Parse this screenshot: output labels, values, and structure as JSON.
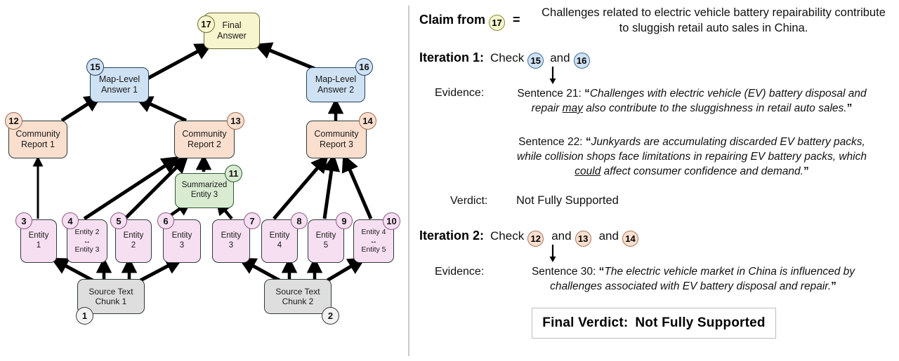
{
  "graph": {
    "nodes": [
      {
        "id": "n1",
        "badge": "1",
        "label": "Source Text\nChunk 1",
        "kind": "chunk"
      },
      {
        "id": "n2",
        "badge": "2",
        "label": "Source Text\nChunk 2",
        "kind": "chunk"
      },
      {
        "id": "n3",
        "badge": "3",
        "label": "Entity\n1",
        "kind": "entity"
      },
      {
        "id": "n4",
        "badge": "4",
        "label": "Entity 2\n↔\nEntity 3",
        "kind": "entity"
      },
      {
        "id": "n5",
        "badge": "5",
        "label": "Entity\n2",
        "kind": "entity"
      },
      {
        "id": "n6",
        "badge": "6",
        "label": "Entity\n3",
        "kind": "entity"
      },
      {
        "id": "n7",
        "badge": "7",
        "label": "Entity\n3",
        "kind": "entity"
      },
      {
        "id": "n8",
        "badge": "8",
        "label": "Entity\n4",
        "kind": "entity"
      },
      {
        "id": "n9",
        "badge": "9",
        "label": "Entity\n5",
        "kind": "entity"
      },
      {
        "id": "n10",
        "badge": "10",
        "label": "Entity 4\n↔\nEntity 5",
        "kind": "entity"
      },
      {
        "id": "n11",
        "badge": "11",
        "label": "Summarized\nEntity 3",
        "kind": "summ"
      },
      {
        "id": "n12",
        "badge": "12",
        "label": "Community\nReport 1",
        "kind": "report"
      },
      {
        "id": "n13",
        "badge": "13",
        "label": "Community\nReport 2",
        "kind": "report"
      },
      {
        "id": "n14",
        "badge": "14",
        "label": "Community\nReport 3",
        "kind": "report"
      },
      {
        "id": "n15",
        "badge": "15",
        "label": "Map-Level\nAnswer 1",
        "kind": "maplevel"
      },
      {
        "id": "n16",
        "badge": "16",
        "label": "Map-Level\nAnswer 2",
        "kind": "maplevel"
      },
      {
        "id": "n17",
        "badge": "17",
        "label": "Final\nAnswer",
        "kind": "final"
      }
    ],
    "colors": {
      "final": "#f7f5cd",
      "map_level": "#cfe2f3",
      "community_report": "#fadfcf",
      "summarized_entity": "#d9ecd2",
      "entity": "#f7dff2",
      "source_chunk": "#dedede",
      "edge": "#000000",
      "divider": "#c9c9c9"
    }
  },
  "panel": {
    "claim": {
      "label": "Claim from",
      "badge": "17",
      "equals": "=",
      "text": "Challenges related to electric vehicle battery repairability contribute to sluggish retail auto sales in China."
    },
    "iteration1": {
      "label": "Iteration 1:",
      "check": "Check",
      "badge_a": "15",
      "and": "and",
      "badge_b": "16",
      "evidence_label": "Evidence:",
      "evidence": [
        {
          "prefix": "Sentence 21:",
          "open_quote": "“",
          "text_before_emph": "Challenges with electric vehicle (EV) battery disposal and repair ",
          "emphasis": "may",
          "text_after_emph": " also contribute to the sluggishness in retail auto sales.",
          "close_quote": "”"
        },
        {
          "prefix": "Sentence 22:",
          "open_quote": "“",
          "text_before_emph": "Junkyards are accumulating discarded EV battery packs, while collision shops face limitations in repairing EV battery packs, which ",
          "emphasis": "could",
          "text_after_emph": " affect consumer confidence and demand.",
          "close_quote": "”"
        }
      ],
      "verdict_label": "Verdict:",
      "verdict_value": "Not Fully Supported"
    },
    "iteration2": {
      "label": "Iteration 2:",
      "check": "Check",
      "badge_a": "12",
      "and_1": "and",
      "badge_b": "13",
      "and_2": "and",
      "badge_c": "14",
      "evidence_label": "Evidence:",
      "evidence": [
        {
          "prefix": "Sentence 30:",
          "open_quote": "“",
          "text_before_emph": "The electric vehicle market in China is influenced by challenges associated with EV battery disposal and repair.",
          "emphasis": "",
          "text_after_emph": "",
          "close_quote": "”"
        }
      ]
    },
    "final_verdict": {
      "label": "Final Verdict:",
      "value": "Not Fully Supported"
    }
  }
}
